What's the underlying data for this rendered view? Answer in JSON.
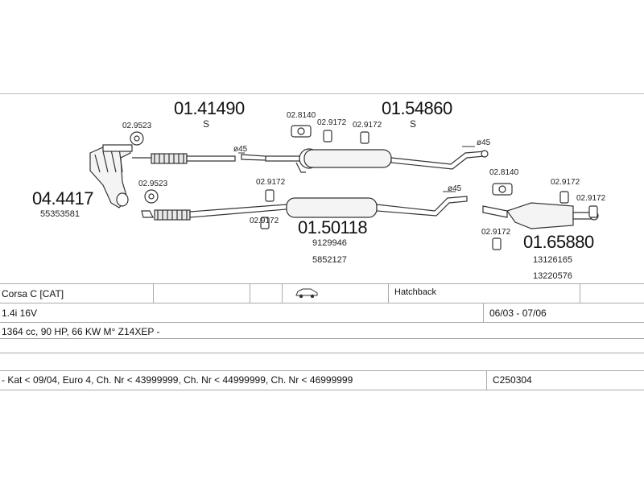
{
  "parts": {
    "p_0141490": {
      "number": "01.41490",
      "code": "S"
    },
    "p_0154860": {
      "number": "01.54860",
      "code": "S"
    },
    "p_0444417": {
      "number": "04.4417",
      "ref": "55353581"
    },
    "p_0150118": {
      "number": "01.50118",
      "ref1": "9129946",
      "ref2": "5852127"
    },
    "p_0165880": {
      "number": "01.65880",
      "ref1": "13126165",
      "ref2": "13220576"
    },
    "clamp_9523_a": "02.9523",
    "clamp_9523_b": "02.9523",
    "hanger_8140_a": "02.8140",
    "hanger_8140_b": "02.8140",
    "rubber_9172_a": "02.9172",
    "rubber_9172_b": "02.9172",
    "rubber_9172_c": "02.9172",
    "rubber_9172_d": "02.9172",
    "rubber_9172_e": "02.9172",
    "rubber_9172_f": "02.9172",
    "rubber_9172_g": "02.9172"
  },
  "diameters": {
    "d1": "ø45",
    "d2": "ø45",
    "d3": "ø45"
  },
  "table": {
    "model": "Corsa C  [CAT]",
    "body": "Hatchback",
    "engine": "1.4i 16V",
    "years": "06/03 - 07/06",
    "specs": "1364 cc, 90 HP, 66 KW M° Z14XEP -",
    "notes": "- Kat < 09/04, Euro 4, Ch. Nr < 43999999, Ch. Nr < 44999999, Ch. Nr < 46999999",
    "code": "C250304",
    "car_icon": "car-icon"
  }
}
